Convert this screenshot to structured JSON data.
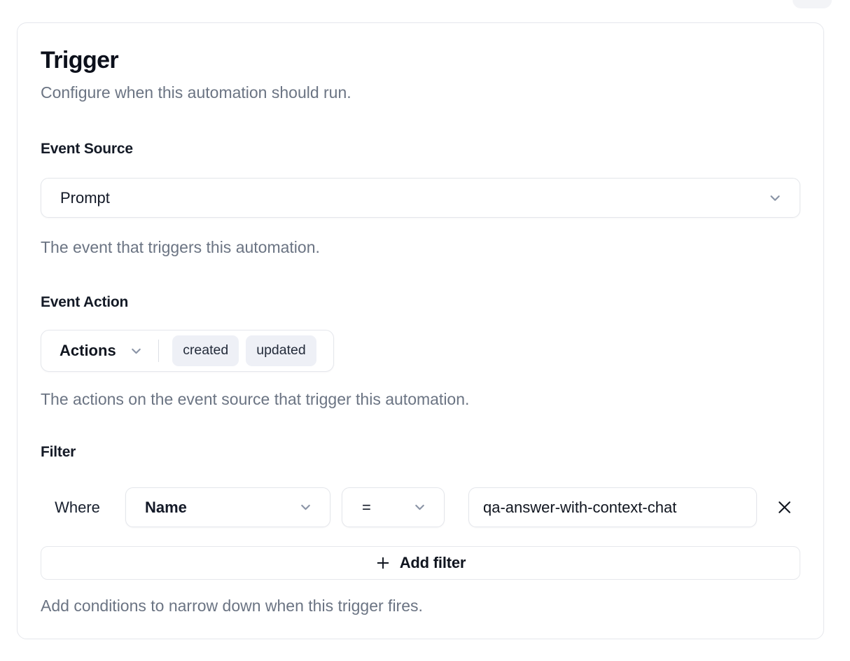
{
  "card": {
    "title": "Trigger",
    "subtitle": "Configure when this automation should run."
  },
  "event_source": {
    "label": "Event Source",
    "selected": "Prompt",
    "help": "The event that triggers this automation."
  },
  "event_action": {
    "label": "Event Action",
    "dropdown_label": "Actions",
    "selected_actions": [
      "created",
      "updated"
    ],
    "help": "The actions on the event source that trigger this automation."
  },
  "filter": {
    "label": "Filter",
    "where_label": "Where",
    "rows": [
      {
        "field": "Name",
        "operator": "=",
        "value": "qa-answer-with-context-chat"
      }
    ],
    "add_filter_label": "Add filter",
    "help": "Add conditions to narrow down when this trigger fires."
  },
  "icons": {
    "chevron_down": "v",
    "plus": "+",
    "close": "x"
  },
  "colors": {
    "card_border": "#e5e7ec",
    "control_border": "#e4e6eb",
    "chip_bg": "#eef0f6",
    "text_primary": "#0c101b",
    "text_label": "#141a26",
    "text_muted": "#6b7483",
    "chevron": "#8a94a6"
  }
}
